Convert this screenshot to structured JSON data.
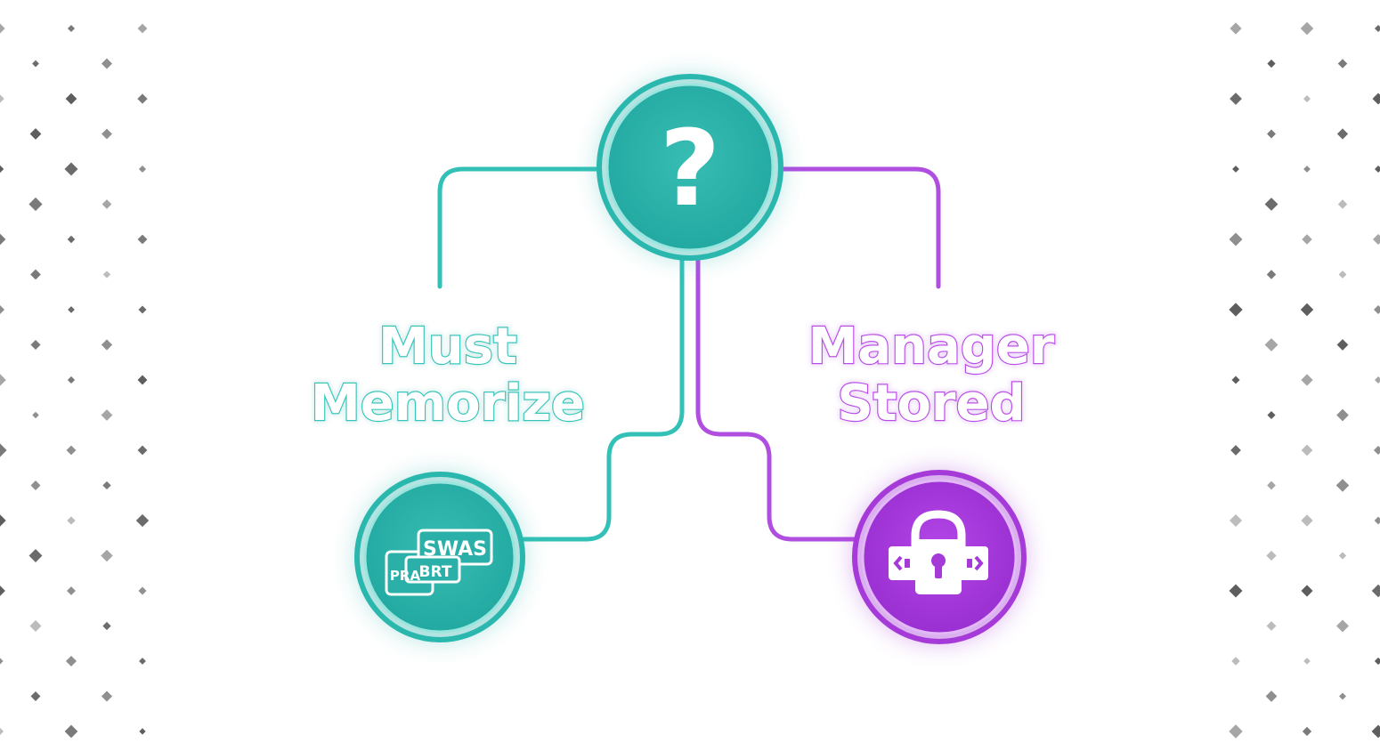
{
  "colors": {
    "teal": "#2bb5ad",
    "purple": "#a63ad8",
    "dots": "#7a7a7a"
  },
  "center_node": {
    "icon": "question-mark-icon",
    "symbol": "?"
  },
  "left_branch": {
    "label_line1": "Must",
    "label_line2": "Memorize",
    "icon": "password-cards-icon",
    "card_texts": [
      "SWAS",
      "BRT",
      "PRA"
    ]
  },
  "right_branch": {
    "label_line1": "Manager",
    "label_line2": "Stored",
    "icon": "padlock-vault-icon"
  },
  "decoration": {
    "left_pattern": "diamond-dot-pattern",
    "right_pattern": "diamond-dot-pattern"
  }
}
